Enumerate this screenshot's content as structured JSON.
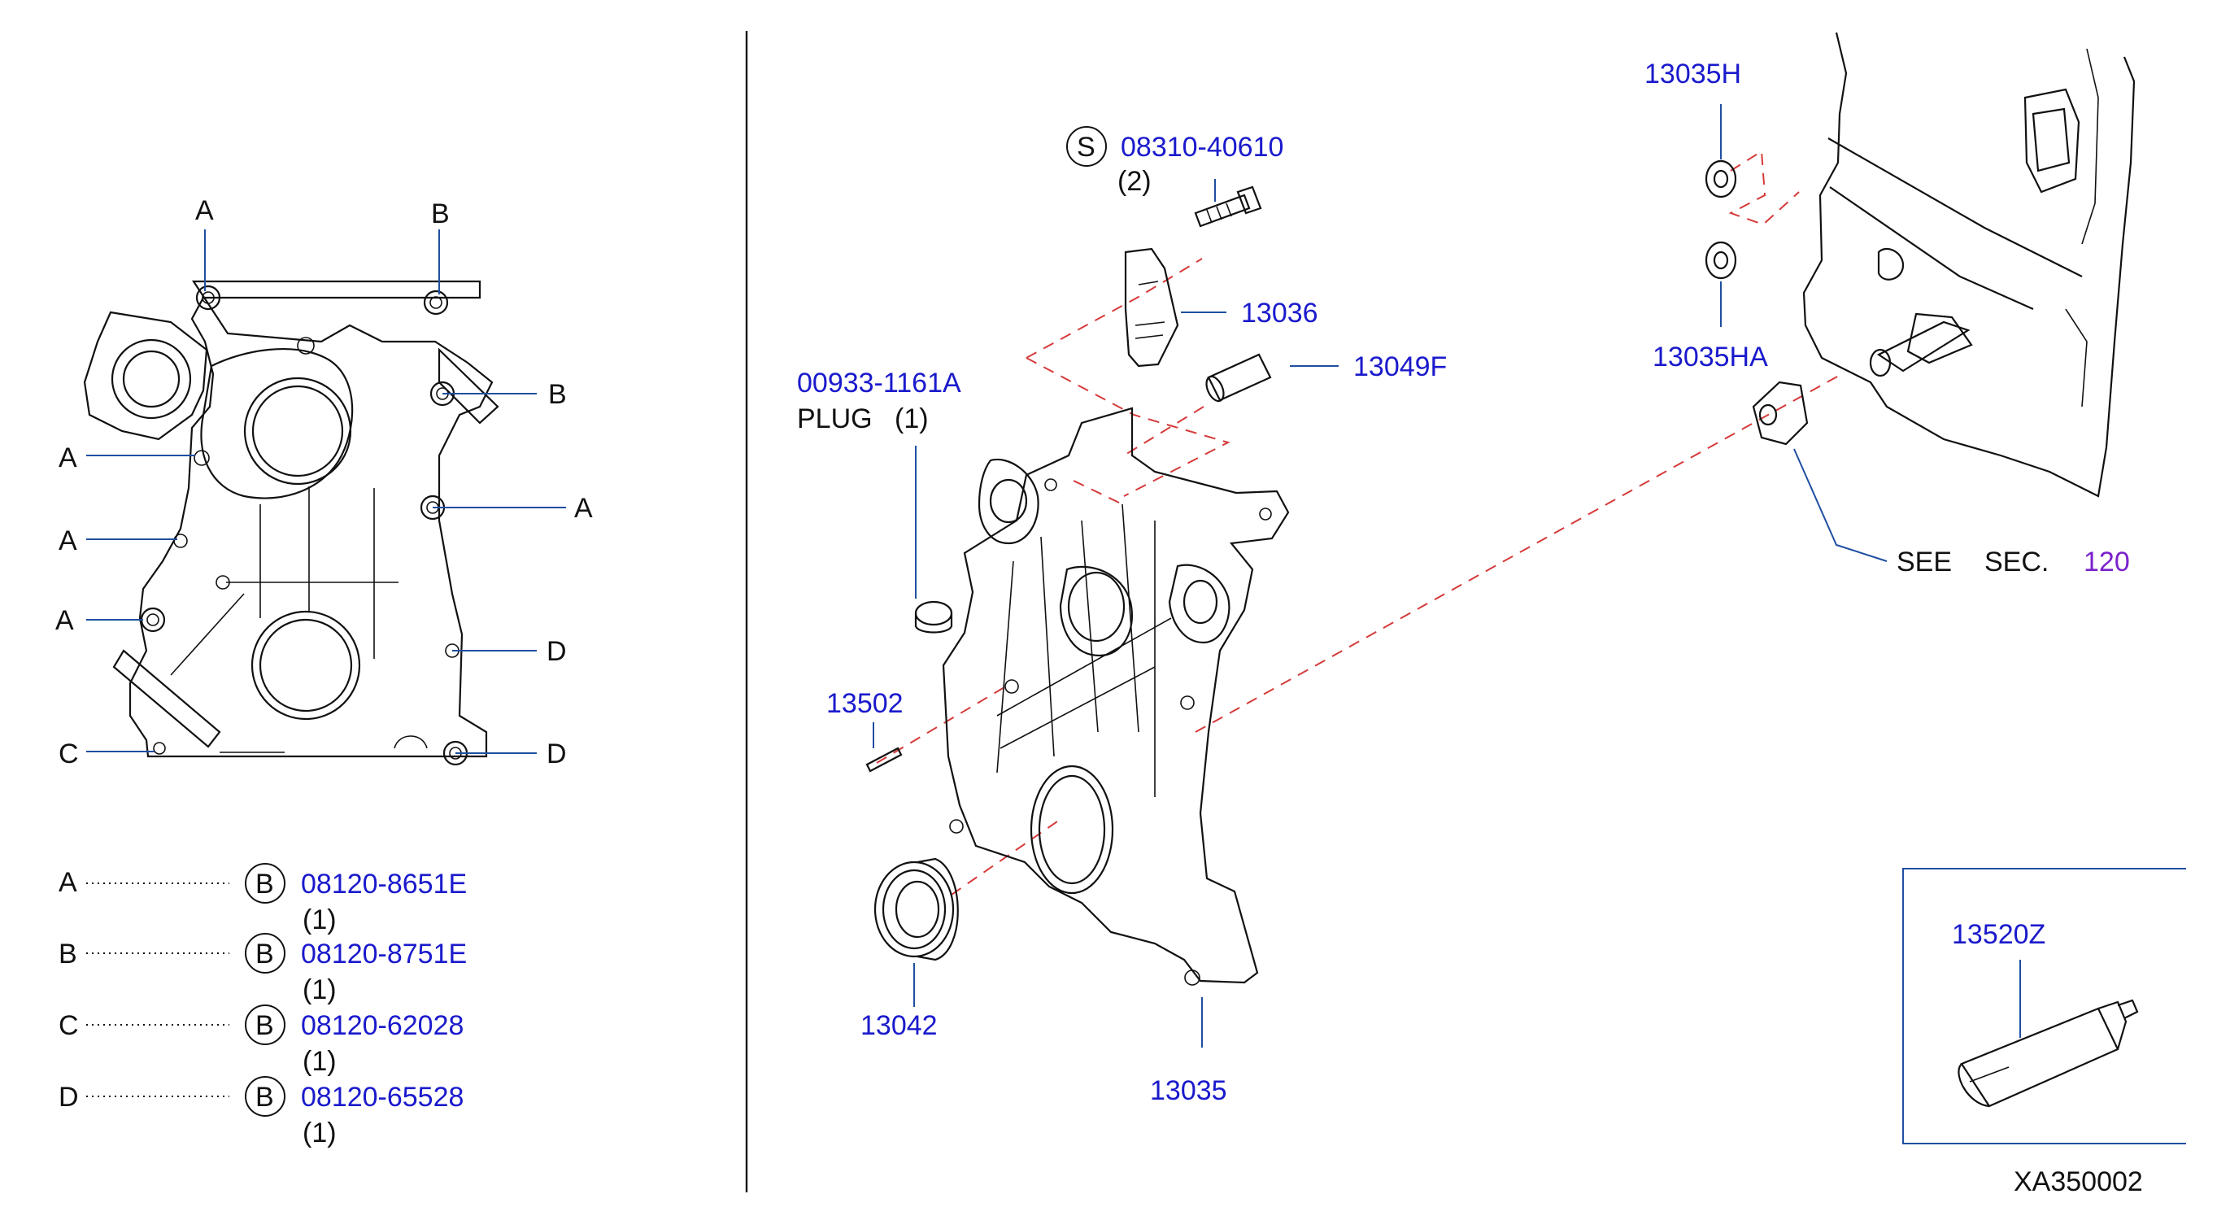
{
  "left_panel": {
    "callouts": {
      "a1": "A",
      "b1": "B",
      "b2": "B",
      "a2": "A",
      "a3": "A",
      "a4": "A",
      "a5": "A",
      "d1": "D",
      "c1": "C",
      "d2": "D"
    },
    "legend": [
      {
        "letter": "A",
        "symbol": "B",
        "part": "08120-8651E",
        "qty": "(1)"
      },
      {
        "letter": "B",
        "symbol": "B",
        "part": "08120-8751E",
        "qty": "(1)"
      },
      {
        "letter": "C",
        "symbol": "B",
        "part": "08120-62028",
        "qty": "(1)"
      },
      {
        "letter": "D",
        "symbol": "B",
        "part": "08120-65528",
        "qty": "(1)"
      }
    ]
  },
  "main_panel": {
    "bolt": {
      "symbol": "S",
      "part": "08310-40610",
      "qty": "(2)"
    },
    "bracket": {
      "part": "13036"
    },
    "dowel_tube": {
      "part": "13049F"
    },
    "plug": {
      "part": "00933-1161A",
      "label": "PLUG",
      "qty": "(1)"
    },
    "pin": {
      "part": "13502"
    },
    "seal": {
      "part": "13042"
    },
    "cover": {
      "part": "13035"
    },
    "gasket_h": {
      "part": "13035H"
    },
    "gasket_ha": {
      "part": "13035HA"
    },
    "see_section": {
      "see": "SEE",
      "sec": "SEC.",
      "num": "120"
    }
  },
  "inset": {
    "sealant": {
      "part": "13520Z"
    }
  },
  "figure_code": "XA350002"
}
